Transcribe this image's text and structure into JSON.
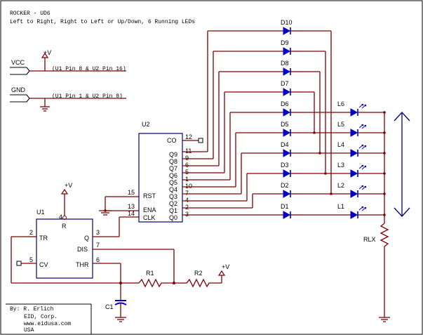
{
  "title": {
    "line1": "ROCKER - UD6",
    "line2": "Left to Right, Right to Left or Up/Down, 6 Running LEDs"
  },
  "power": {
    "vcc_label": "VCC",
    "vcc_note": "(U1 Pin 8 & U2 Pin 16)",
    "gnd_label": "GND",
    "gnd_note": "(U1 Pin 1 & U2 Pin 8)",
    "plus_v": "+V"
  },
  "u1": {
    "ref": "U1",
    "pins": {
      "tr": "TR",
      "q": "Q",
      "dis": "DIS",
      "cv": "CV",
      "thr": "THR",
      "r": "R"
    },
    "pin_numbers": {
      "tr": "2",
      "q": "3",
      "dis": "7",
      "cv": "5",
      "thr": "6",
      "r": "4"
    }
  },
  "u2": {
    "ref": "U2",
    "pins": {
      "co": "CO",
      "q9": "Q9",
      "q8": "Q8",
      "q7": "Q7",
      "q6": "Q6",
      "q5": "Q5",
      "q4": "Q4",
      "q3": "Q3",
      "q2": "Q2",
      "q1": "Q1",
      "q0": "Q0",
      "rst": "RST",
      "ena": "ENA",
      "clk": "CLK"
    },
    "pin_numbers": {
      "co": "12",
      "q9": "11",
      "q8": "9",
      "q7": "6",
      "q6": "5",
      "q5": "1",
      "q4": "10",
      "q3": "7",
      "q2": "4",
      "q1": "2",
      "q0": "3",
      "rst": "15",
      "ena": "13",
      "clk": "14"
    }
  },
  "diodes": [
    "D10",
    "D9",
    "D8",
    "D7",
    "D6",
    "D5",
    "D4",
    "D3",
    "D2",
    "D1"
  ],
  "leds": [
    "L6",
    "L5",
    "L4",
    "L3",
    "L2",
    "L1"
  ],
  "passives": {
    "r1": "R1",
    "r2": "R2",
    "c1": "C1",
    "rlx": "RLX"
  },
  "credits": {
    "by": "By:  R. Erlich",
    "company": "EID, Corp.",
    "web": "www.eidusa.com",
    "country": "USA"
  },
  "colors": {
    "wire": "#800000",
    "component": "#0000cc",
    "outline": "#000080"
  }
}
